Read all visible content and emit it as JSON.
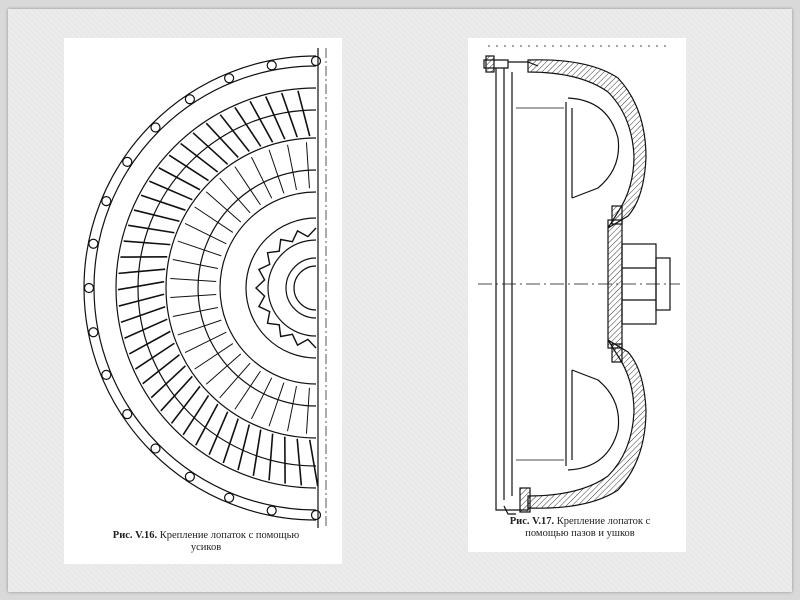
{
  "slide": {
    "figures": [
      {
        "id": "fig-v16",
        "caption_number": "Рис. V.16.",
        "caption_line1": "Крепление лопаток с помощью",
        "caption_line2": "усиков"
      },
      {
        "id": "fig-v17",
        "caption_number": "Рис. V.17.",
        "caption_line1": "Крепление лопаток с",
        "caption_line2": "помощью пазов и ушков"
      }
    ]
  }
}
